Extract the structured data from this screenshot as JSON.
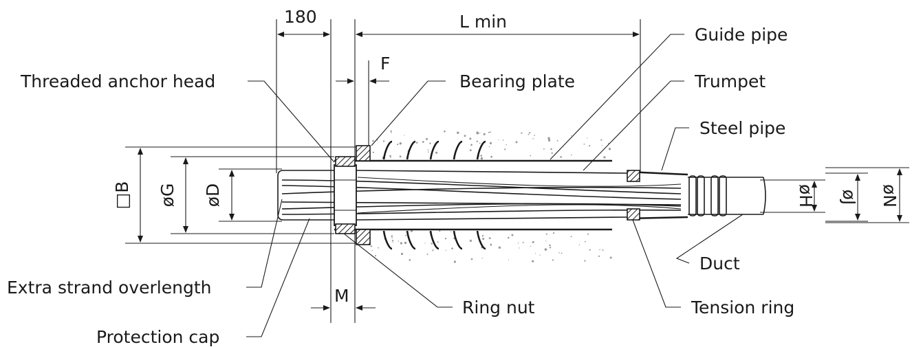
{
  "diagram": {
    "labels": {
      "threaded_anchor_head": "Threaded anchor head",
      "bearing_plate": "Bearing plate",
      "guide_pipe": "Guide pipe",
      "trumpet": "Trumpet",
      "steel_pipe": "Steel pipe",
      "duct": "Duct",
      "tension_ring": "Tension ring",
      "ring_nut": "Ring nut",
      "extra_strand_overlength": "Extra strand overlength",
      "protection_cap": "Protection cap"
    },
    "dimensions": {
      "overlength": "180",
      "l_min": "L min",
      "f": "F",
      "m": "M",
      "b": "□B",
      "g": "øG",
      "d": "øD",
      "h": "øH",
      "j": "øJ",
      "n": "øN"
    }
  }
}
